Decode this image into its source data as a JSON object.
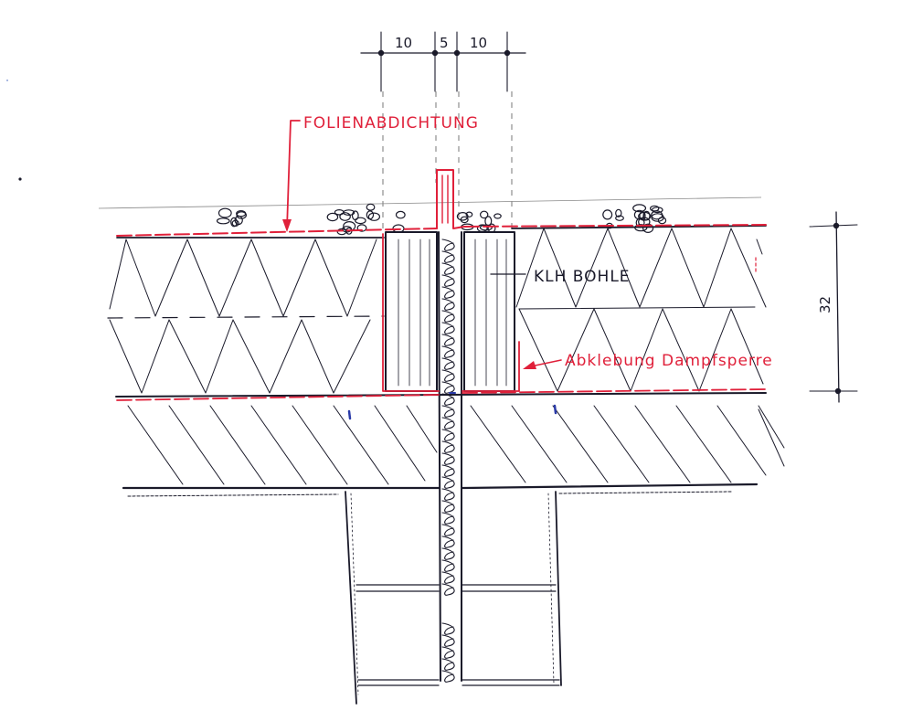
{
  "labels": {
    "membrane": "FOLIENABDICHTUNG",
    "beam": "KLH BOHLE",
    "vapour": "Abklebung Dampfsperre"
  },
  "dimensions": {
    "top": [
      "10",
      "5",
      "10"
    ],
    "height": "32"
  },
  "colors": {
    "ink": "#1a1a2a",
    "accent": "#e0203a"
  }
}
